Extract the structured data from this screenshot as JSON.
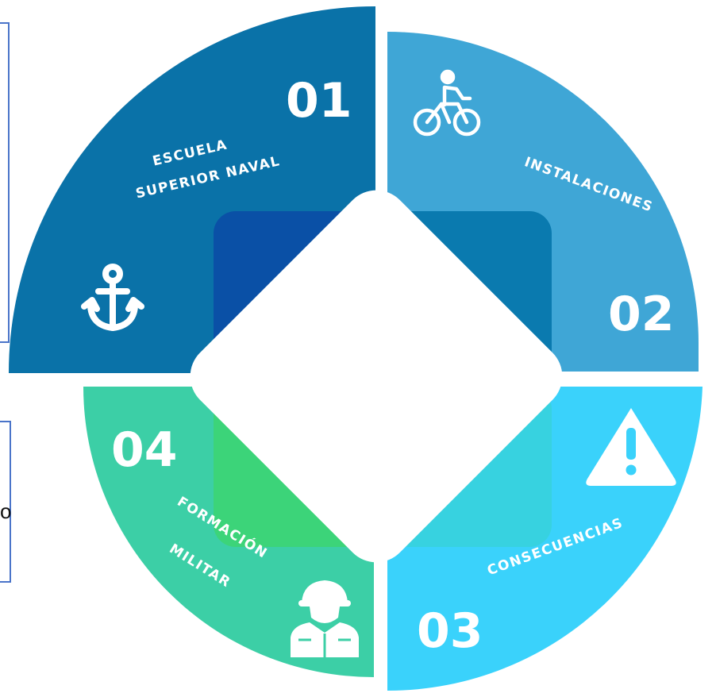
{
  "edge_text": "o",
  "quadrants": [
    {
      "number": "01",
      "label_lines": [
        "ESCUELA",
        "SUPERIOR NAVAL"
      ],
      "icon": "anchor-icon",
      "color": "#0a72a8"
    },
    {
      "number": "02",
      "label_lines": [
        "INSTALACIONES"
      ],
      "icon": "cyclist-icon",
      "color": "#3fa6d6"
    },
    {
      "number": "03",
      "label_lines": [
        "CONSECUENCIAS"
      ],
      "icon": "warning-icon",
      "color": "#3ad2fb"
    },
    {
      "number": "04",
      "label_lines": [
        "FORMACIÓN",
        "MILITAR"
      ],
      "icon": "soldier-icon",
      "color": "#3ccfa6"
    }
  ]
}
